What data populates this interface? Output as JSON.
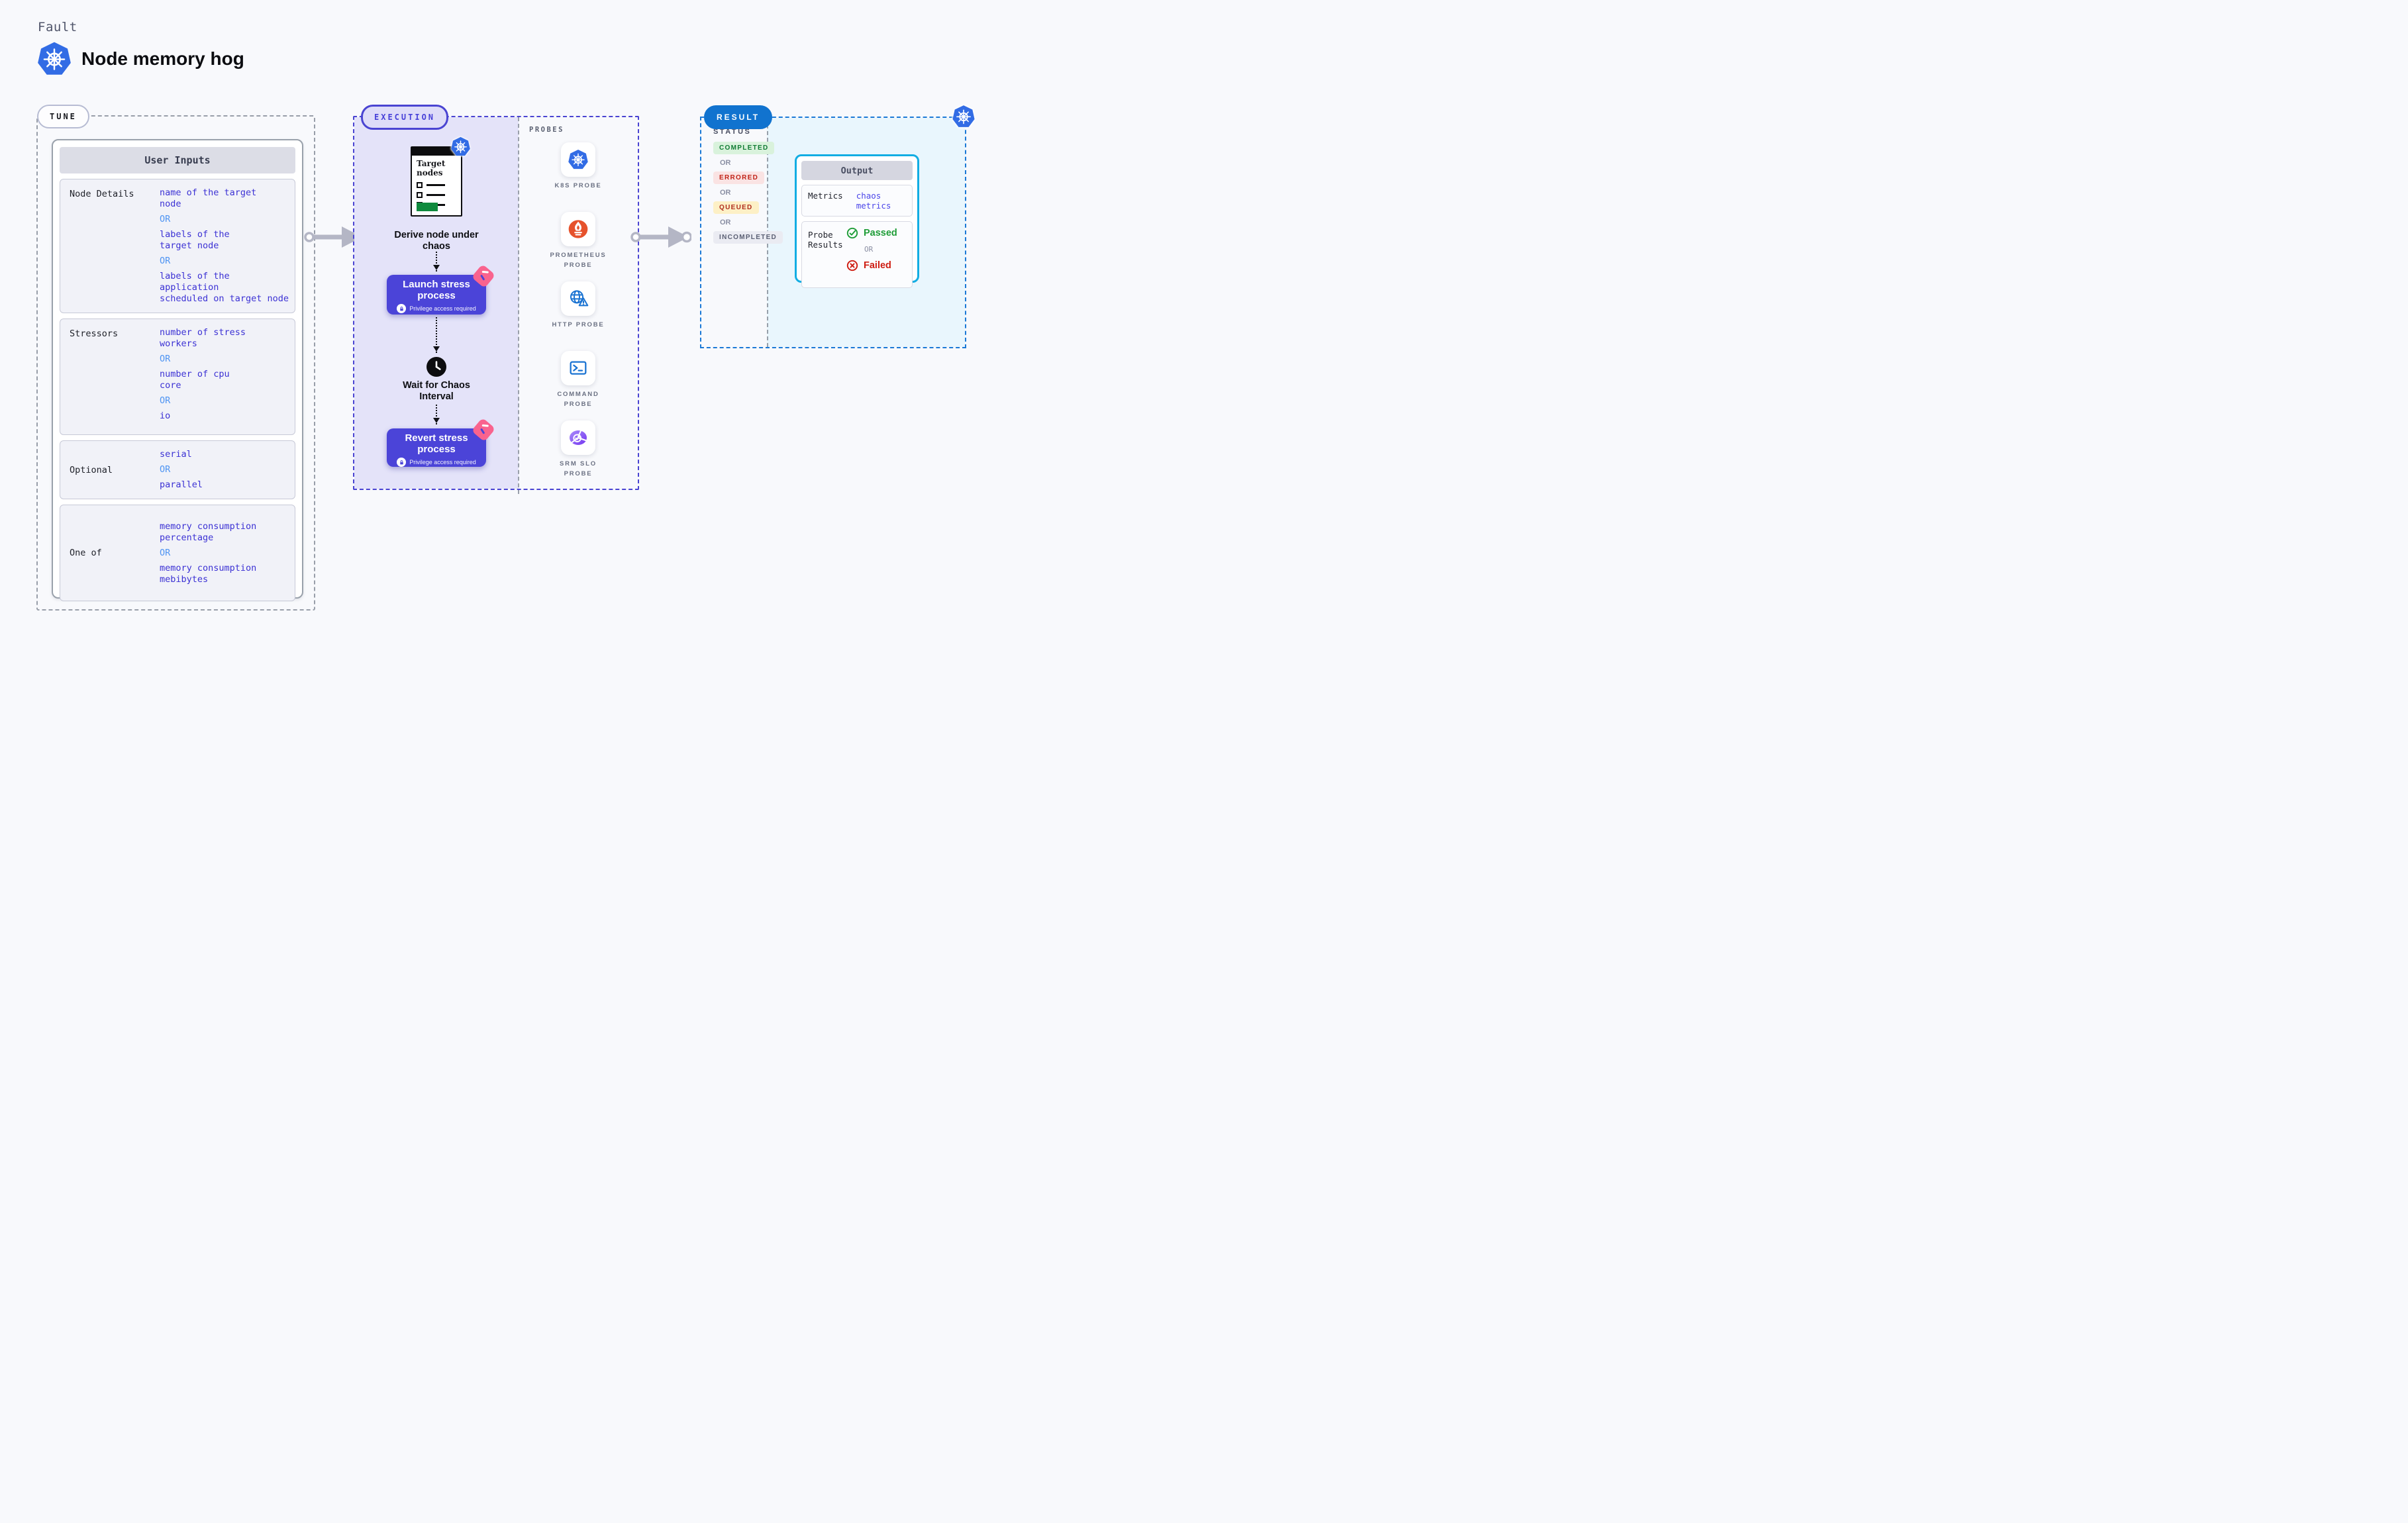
{
  "header": {
    "eyebrow": "Fault",
    "title": "Node memory hog"
  },
  "shared": {
    "or": "OR"
  },
  "tune": {
    "badge": "TUNE",
    "panel_title": "User Inputs",
    "rows": [
      {
        "label": "Node Details",
        "values": [
          "name of the target\nnode",
          "labels of the\ntarget node",
          "labels of the application\n scheduled on target node"
        ]
      },
      {
        "label": "Stressors",
        "values": [
          "number of stress\nworkers",
          "number of cpu\ncore",
          "io"
        ]
      },
      {
        "label": "Optional",
        "values": [
          "serial",
          "parallel"
        ]
      },
      {
        "label": "One of",
        "values": [
          "memory consumption\npercentage",
          "memory consumption\nmebibytes"
        ]
      }
    ]
  },
  "execution": {
    "badge": "EXECUTION",
    "target_card_title": "Target\nnodes",
    "derive_label": "Derive node under\nchaos",
    "launch_label": "Launch stress\nprocess",
    "wait_label": "Wait for Chaos\nInterval",
    "revert_label": "Revert stress\nprocess",
    "privilege_note": "Privilege access required",
    "probes_heading": "PROBES",
    "probes": [
      {
        "icon": "k8s-probe-icon",
        "label": "K8S PROBE"
      },
      {
        "icon": "prometheus-probe-icon",
        "label": "PROMETHEUS\nPROBE"
      },
      {
        "icon": "http-probe-icon",
        "label": "HTTP PROBE"
      },
      {
        "icon": "command-probe-icon",
        "label": "COMMAND\nPROBE"
      },
      {
        "icon": "srm-slo-probe-icon",
        "label": "SRM SLO\nPROBE"
      }
    ]
  },
  "result": {
    "badge": "RESULT",
    "status_heading": "STATUS",
    "statuses": [
      {
        "label": "COMPLETED",
        "type": "completed"
      },
      {
        "label": "ERRORED",
        "type": "errored"
      },
      {
        "label": "QUEUED",
        "type": "queued"
      },
      {
        "label": "INCOMPLETED",
        "type": "incompleted"
      }
    ],
    "output": {
      "title": "Output",
      "metrics_label": "Metrics",
      "metrics_value": "chaos metrics",
      "probe_results_label": "Probe\nResults",
      "passed_label": "Passed",
      "failed_label": "Failed"
    }
  },
  "colors": {
    "k8s_blue": "#326ce5",
    "indigo": "#4b44d8",
    "lavender": "#e4e3f9",
    "result_blue": "#1173cf",
    "cyan_border": "#12ade3",
    "cyan_bg": "#e9f6fd",
    "value_indigo": "#3b31d4",
    "or_blue": "#4e94f3",
    "passed_green": "#1f9d38",
    "failed_red": "#ce1d12",
    "pink_flag": "#f9638e",
    "prometheus_orange": "#e6522c"
  }
}
